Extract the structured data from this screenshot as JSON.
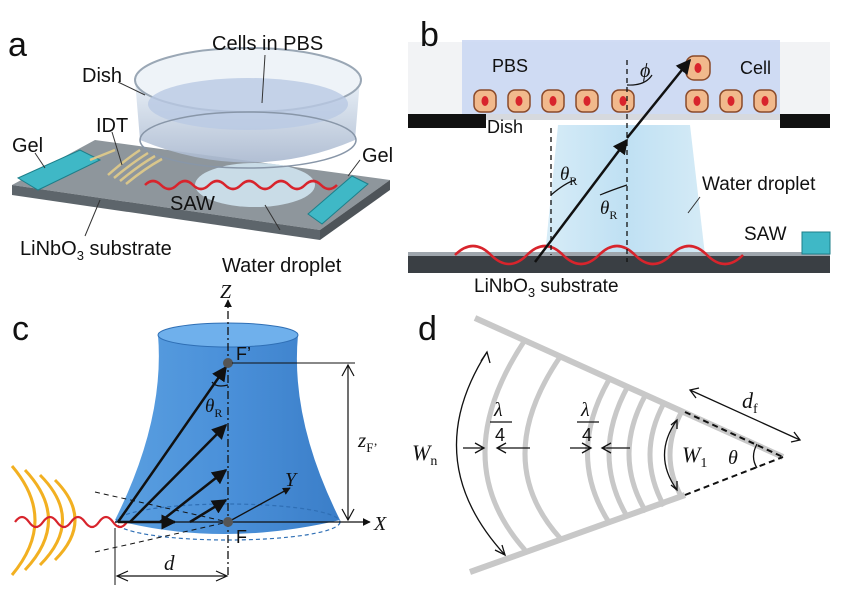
{
  "panels": {
    "a": {
      "letter": "a",
      "cells_label": "Cells in PBS",
      "dish_label": "Dish",
      "idt_label": "IDT",
      "gel_left_label": "Gel",
      "gel_right_label": "Gel",
      "saw_label": "SAW",
      "substrate_main": "LiNbO",
      "substrate_sub": "3",
      "substrate_tail": " substrate",
      "droplet_label": "Water droplet"
    },
    "b": {
      "letter": "b",
      "pbs_label": "PBS",
      "phi_label": "ϕ",
      "cell_label": "Cell",
      "dish_label": "Dish",
      "theta_r1": "θ",
      "theta_r1_sub": "R",
      "theta_r2": "θ",
      "theta_r2_sub": "R",
      "droplet_label": "Water droplet",
      "saw_label": "SAW",
      "substrate_main": "LiNbO",
      "substrate_sub": "3",
      "substrate_tail": " substrate"
    },
    "c": {
      "letter": "c",
      "z_axis": "Z",
      "f_prime": "F’",
      "theta_r": "θ",
      "theta_r_sub": "R",
      "zf_main": "z",
      "zf_sub": "F’",
      "y_axis": "Y",
      "x_axis": "X",
      "f_label": "F",
      "d_label": "d"
    },
    "d": {
      "letter": "d",
      "lambda_left_num": "λ",
      "lambda_left_den": "4",
      "lambda_right_num": "λ",
      "lambda_right_den": "4",
      "wn_main": "W",
      "wn_sub": "n",
      "w1_main": "W",
      "w1_sub": "1",
      "theta": "θ",
      "df_main": "d",
      "df_sub": "f"
    }
  },
  "colors": {
    "saw_wave": "#d8242c",
    "idt_arc": "#f2b021",
    "droplet_blue": "#4a90d9",
    "gel_teal": "#3fb8c6",
    "cell_fill": "#f1b98c",
    "pbs_blue": "#c9d6f2"
  }
}
